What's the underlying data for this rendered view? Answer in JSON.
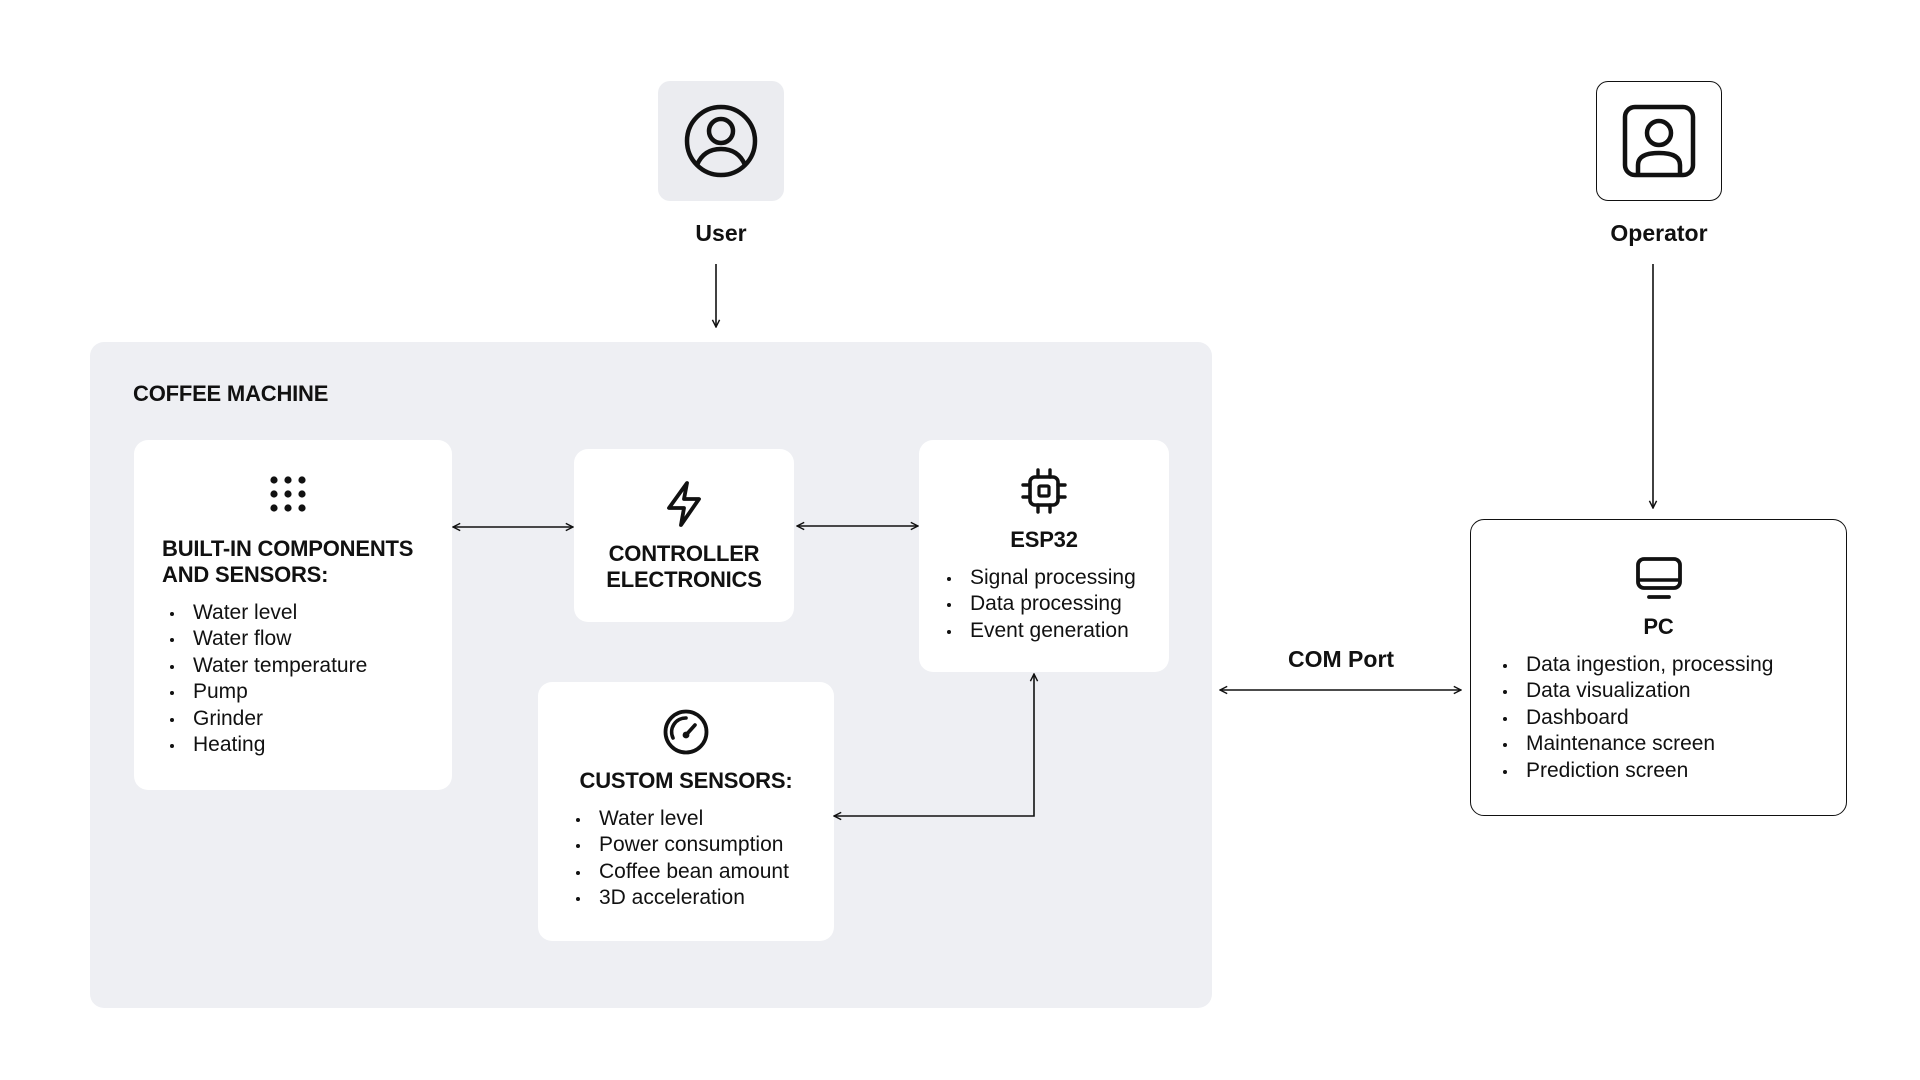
{
  "actors": {
    "user": {
      "label": "User",
      "icon": "user-circle-icon"
    },
    "operator": {
      "label": "Operator",
      "icon": "user-square-icon"
    }
  },
  "coffee_machine": {
    "title": "COFFEE MACHINE",
    "built_in": {
      "icon": "dots-grid-icon",
      "title_line1": "BUILT-IN COMPONENTS",
      "title_line2": "AND SENSORS:",
      "items": [
        "Water level",
        "Water flow",
        "Water temperature",
        "Pump",
        "Grinder",
        "Heating"
      ]
    },
    "controller": {
      "icon": "lightning-icon",
      "title_line1": "CONTROLLER",
      "title_line2": "ELECTRONICS"
    },
    "esp32": {
      "icon": "chip-icon",
      "title": "ESP32",
      "items": [
        "Signal processing",
        "Data processing",
        "Event generation"
      ]
    },
    "custom_sensors": {
      "icon": "gauge-icon",
      "title": "CUSTOM SENSORS:",
      "items": [
        "Water level",
        "Power consumption",
        "Coffee bean amount",
        "3D acceleration"
      ]
    }
  },
  "pc": {
    "icon": "monitor-icon",
    "title": "PC",
    "items": [
      "Data ingestion, processing",
      "Data visualization",
      "Dashboard",
      "Maintenance screen",
      "Prediction screen"
    ]
  },
  "connections": {
    "com_port_label": "COM Port"
  },
  "colors": {
    "group_bg": "#eeeff3",
    "actor_bg": "#ebecf0",
    "stroke": "#111111"
  }
}
